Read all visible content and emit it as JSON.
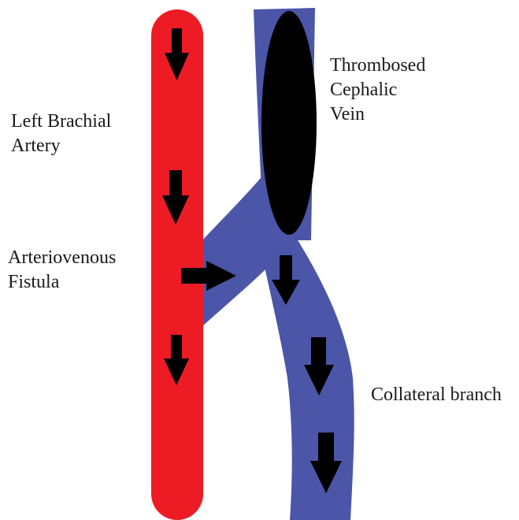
{
  "labels": {
    "artery": [
      "Left Brachial",
      "Artery"
    ],
    "fistula": [
      "Arteriovenous",
      "Fistula"
    ],
    "thrombosed": [
      "Thrombosed",
      "Cephalic",
      "Vein"
    ],
    "collateral": [
      "Collateral branch"
    ]
  },
  "colors": {
    "artery": "#ed1c24",
    "vein": "#4b56a8",
    "thrombus": "#000000",
    "arrow": "#000000"
  }
}
